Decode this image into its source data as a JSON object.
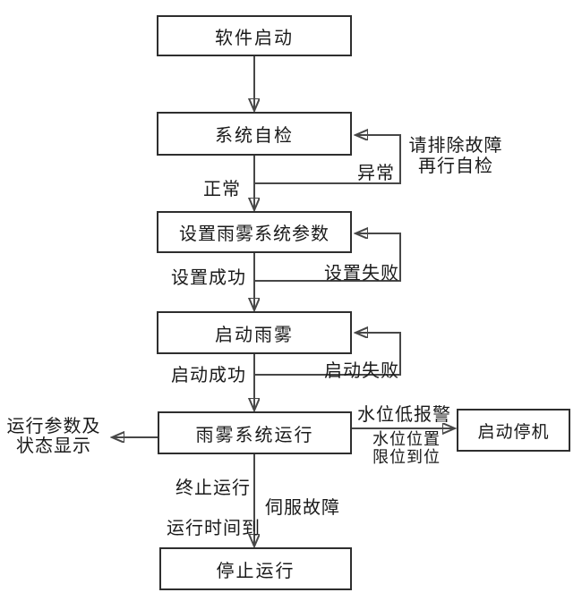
{
  "flowchart": {
    "nodes": {
      "software_start": "软件启动",
      "self_check": "系统自检",
      "set_params": "设置雨雾系统参数",
      "start_rain": "启动雨雾",
      "system_running": "雨雾系统运行",
      "start_shutdown": "启动停机",
      "stop_running": "停止运行"
    },
    "labels": {
      "normal": "正常",
      "abnormal": "异常",
      "fix_fault_line1": "请排除故障",
      "fix_fault_line2": "再行自检",
      "set_success": "设置成功",
      "set_fail": "设置失败",
      "start_success": "启动成功",
      "start_fail": "启动失败",
      "status_line1": "运行参数及",
      "status_line2": "状态显示",
      "water_low_alarm": "水位低报警",
      "water_pos_line1": "水位位置",
      "water_pos_line2": "限位到位",
      "terminate": "终止运行",
      "servo_fault": "伺服故障",
      "time_up": "运行时间到"
    },
    "colors": {
      "line": "#474747",
      "arrowhead": "#111111",
      "box_border": "#2e2e2e",
      "box_fill": "#ffffff",
      "text": "#1a1a1a",
      "background": "#ffffff"
    }
  }
}
